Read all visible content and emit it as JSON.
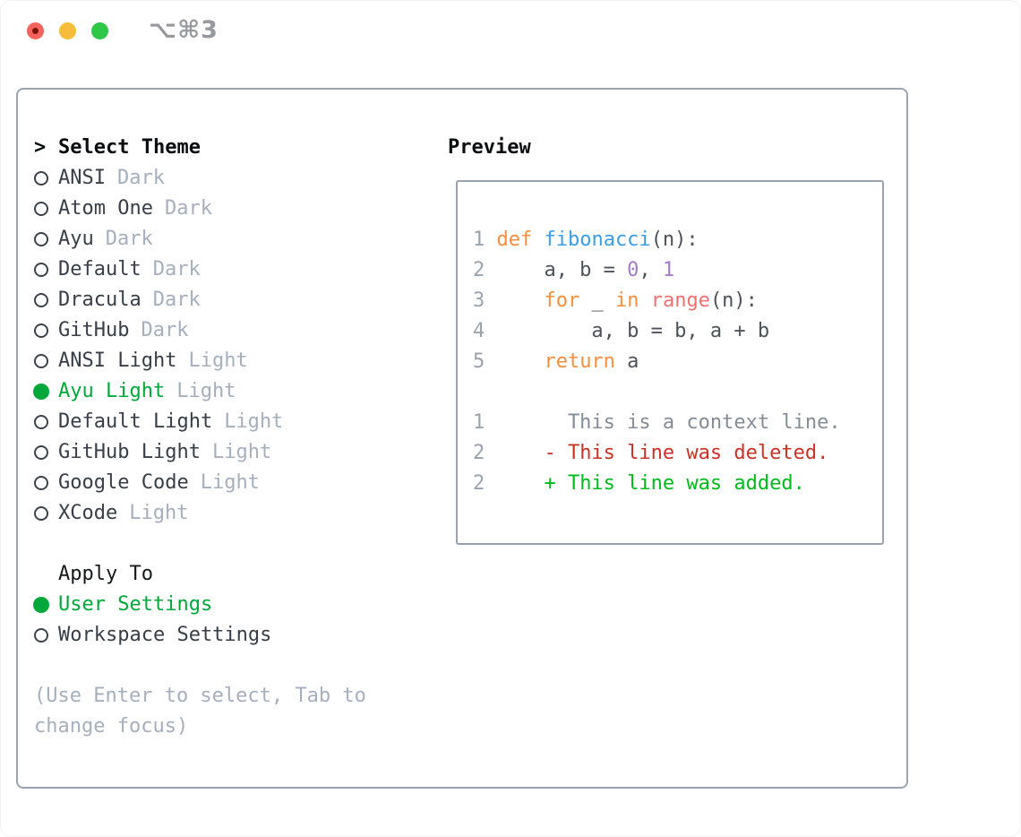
{
  "window": {
    "shortcut_label": "⌥⌘3"
  },
  "theme_list": {
    "header": {
      "prompt": ">",
      "label": "Select Theme"
    },
    "items": [
      {
        "name": "ANSI",
        "variant": "Dark",
        "state": "unselected"
      },
      {
        "name": "Atom One",
        "variant": "Dark",
        "state": "unselected"
      },
      {
        "name": "Ayu",
        "variant": "Dark",
        "state": "unselected"
      },
      {
        "name": "Default",
        "variant": "Dark",
        "state": "unselected"
      },
      {
        "name": "Dracula",
        "variant": "Dark",
        "state": "unselected"
      },
      {
        "name": "GitHub",
        "variant": "Dark",
        "state": "unselected"
      },
      {
        "name": "ANSI Light",
        "variant": "Light",
        "state": "unselected"
      },
      {
        "name": "Ayu Light",
        "variant": "Light",
        "state": "selected"
      },
      {
        "name": "Default Light",
        "variant": "Light",
        "state": "unselected"
      },
      {
        "name": "GitHub Light",
        "variant": "Light",
        "state": "unselected"
      },
      {
        "name": "Google Code",
        "variant": "Light",
        "state": "unselected"
      },
      {
        "name": "XCode",
        "variant": "Light",
        "state": "unselected"
      }
    ]
  },
  "apply_to": {
    "header": "Apply To",
    "items": [
      {
        "label": "User Settings",
        "state": "selected"
      },
      {
        "label": "Workspace Settings",
        "state": "unselected"
      }
    ]
  },
  "footer": {
    "line1": "(Use Enter to select, Tab to",
    "line2": "change focus)"
  },
  "preview": {
    "header": "Preview",
    "code_lines": [
      {
        "num": "1",
        "segments": [
          {
            "t": "def",
            "y": "kw"
          },
          {
            "t": " ",
            "y": "pl"
          },
          {
            "t": "fibonacci",
            "y": "fn"
          },
          {
            "t": "(n):",
            "y": "pl"
          }
        ]
      },
      {
        "num": "2",
        "segments": [
          {
            "t": "    a, b = ",
            "y": "pl"
          },
          {
            "t": "0",
            "y": "num"
          },
          {
            "t": ", ",
            "y": "pl"
          },
          {
            "t": "1",
            "y": "num"
          }
        ]
      },
      {
        "num": "3",
        "segments": [
          {
            "t": "    ",
            "y": "pl"
          },
          {
            "t": "for",
            "y": "kw"
          },
          {
            "t": " _ ",
            "y": "pl"
          },
          {
            "t": "in",
            "y": "kw"
          },
          {
            "t": " ",
            "y": "pl"
          },
          {
            "t": "range",
            "y": "bi"
          },
          {
            "t": "(n):",
            "y": "pl"
          }
        ]
      },
      {
        "num": "4",
        "segments": [
          {
            "t": "        a, b = b, a + b",
            "y": "pl"
          }
        ]
      },
      {
        "num": "5",
        "segments": [
          {
            "t": "    ",
            "y": "pl"
          },
          {
            "t": "return",
            "y": "kw"
          },
          {
            "t": " a",
            "y": "pl"
          }
        ]
      }
    ],
    "diff_lines": [
      {
        "num": "1",
        "segments": [
          {
            "t": "      This is a context line.",
            "y": "ctx"
          }
        ]
      },
      {
        "num": "2",
        "segments": [
          {
            "t": "    ",
            "y": "pl"
          },
          {
            "t": "- This line was deleted.",
            "y": "del"
          }
        ]
      },
      {
        "num": "2",
        "segments": [
          {
            "t": "    ",
            "y": "pl"
          },
          {
            "t": "+ This line was added.",
            "y": "add"
          }
        ]
      }
    ]
  },
  "colors": {
    "selected_green": "#00a83a",
    "diff_added_green": "#00bb1c",
    "diff_deleted_red": "#cb3226",
    "keyword_orange": "#f98e3d",
    "function_blue": "#399ee6",
    "builtin_coral": "#f07171",
    "number_purple": "#a37acc",
    "muted_gray": "#a6afbd",
    "text_dark": "#383e47",
    "border_gray": "#9ba3af",
    "traffic_red": "#f4645c",
    "traffic_yellow": "#f6bd3a",
    "traffic_green": "#2ec748"
  }
}
